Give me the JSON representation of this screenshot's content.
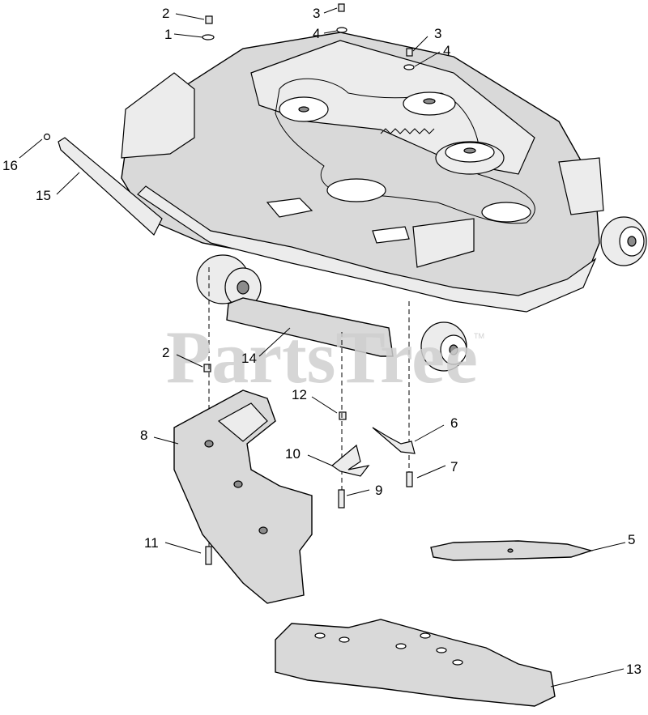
{
  "watermark": {
    "text": "PartsTree",
    "trademark": "TM"
  },
  "callouts": {
    "c1": "1",
    "c2a": "2",
    "c2b": "2",
    "c3a": "3",
    "c3b": "3",
    "c4a": "4",
    "c4b": "4",
    "c5": "5",
    "c6": "6",
    "c7": "7",
    "c8": "8",
    "c9": "9",
    "c10": "10",
    "c11": "11",
    "c12": "12",
    "c13": "13",
    "c14": "14",
    "c15": "15",
    "c16": "16"
  }
}
